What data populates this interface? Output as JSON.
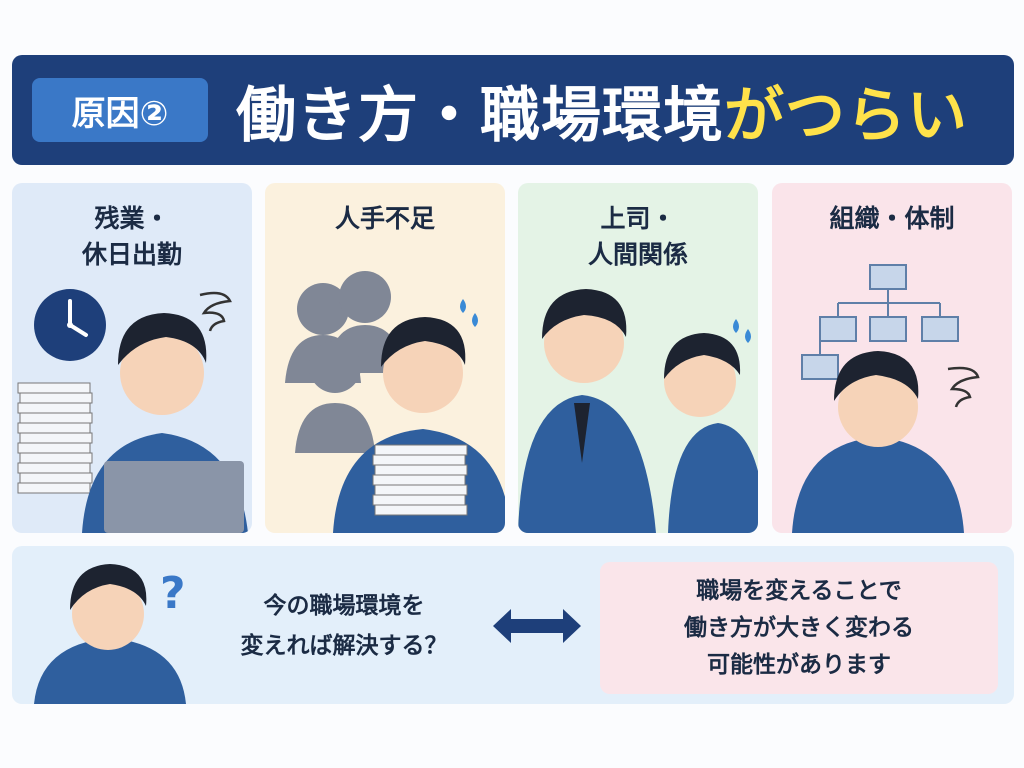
{
  "header": {
    "badge": "原因②",
    "title_main": "働き方・職場環境",
    "title_highlight": "がつらい"
  },
  "panels": [
    {
      "line1": "残業・",
      "line2": "休日出勤"
    },
    {
      "line1": "人手不足",
      "line2": ""
    },
    {
      "line1": "上司・",
      "line2": "人間関係"
    },
    {
      "line1": "組織・体制",
      "line2": ""
    }
  ],
  "bottom": {
    "question_line1": "今の職場環境を",
    "question_line2": "変えれば解決する？",
    "answer_line1": "職場を変えることで",
    "answer_line2": "働き方が大きく変わる",
    "answer_line3": "可能性があります"
  },
  "colors": {
    "banner": "#1e3f7a",
    "badge": "#3a78c7",
    "highlight": "#ffe24a",
    "uniform": "#2f5f9e",
    "hair": "#1d2330"
  },
  "icons": [
    "clock-icon",
    "stress-swirl-icon",
    "sweat-drop-icon",
    "org-chart-icon",
    "question-mark-icon",
    "double-arrow-icon"
  ]
}
